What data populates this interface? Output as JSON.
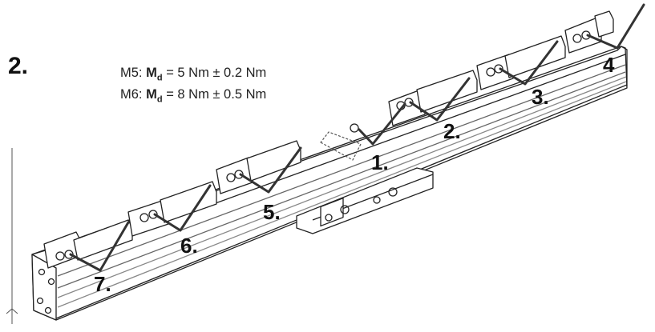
{
  "step_label": "2.",
  "torque": {
    "m5": {
      "prefix": "M5:",
      "symbol": "M",
      "sub": "d",
      "value": "= 5 Nm ± 0.2 Nm"
    },
    "m6": {
      "prefix": "M6:",
      "symbol": "M",
      "sub": "d",
      "value": "= 8 Nm ± 0.5 Nm"
    }
  },
  "sequence_labels": {
    "s1": "1.",
    "s2": "2.",
    "s3": "3.",
    "s4": "4",
    "s5": "5.",
    "s6": "6.",
    "s7": "7."
  },
  "screw_positions": [
    {
      "label": "7."
    },
    {
      "label": "6."
    },
    {
      "label": "5."
    },
    {
      "label": "1."
    },
    {
      "label": "2."
    },
    {
      "label": "3."
    },
    {
      "label": "4"
    }
  ]
}
